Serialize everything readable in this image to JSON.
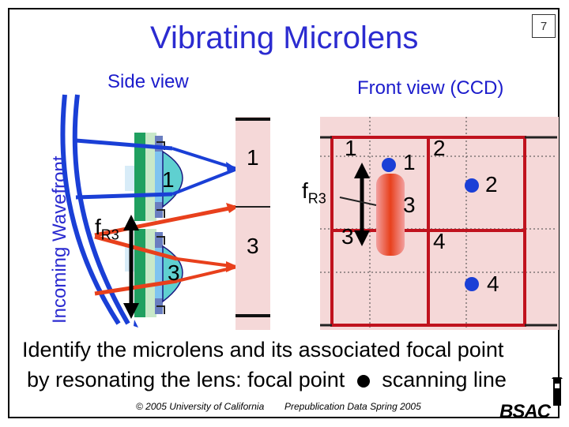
{
  "title": "Vibrating Microlens",
  "page_number": "7",
  "side_label": "Incoming Wavefront",
  "side_view": {
    "heading": "Side view",
    "lens_label_top": "1",
    "lens_label_bottom": "3",
    "focal_label_main": "f",
    "focal_label_sub": "R3"
  },
  "screen": {
    "label_top": "1",
    "label_bottom": "3"
  },
  "front_view": {
    "heading": "Front view (CCD)",
    "focal_label_main": "f",
    "focal_label_sub": "R3",
    "cells": {
      "top_left_label": "1",
      "top_center_label": "1",
      "top_right_label": "2",
      "right_dot_label": "2",
      "center_label": "3",
      "mid_left_label": "3",
      "mid_right_label": "4",
      "bottom_right_label": "4"
    }
  },
  "caption": {
    "line1": "Identify the microlens and its associated focal point",
    "line2_before": "by resonating the lens: focal point",
    "line2_after": "scanning line"
  },
  "footer": {
    "copyright": "© 2005 University of California",
    "note": "Prepublication Data Spring 2005",
    "logo": "BSAC"
  },
  "colors": {
    "title_blue": "#2b2bd0",
    "beam_blue": "#1a3fd6",
    "beam_red": "#e8401c",
    "screen_pink": "#f5d8d8",
    "grid_red": "#c0121e",
    "lens_teal": "#5fd0d0",
    "lens_green": "#20a060"
  }
}
